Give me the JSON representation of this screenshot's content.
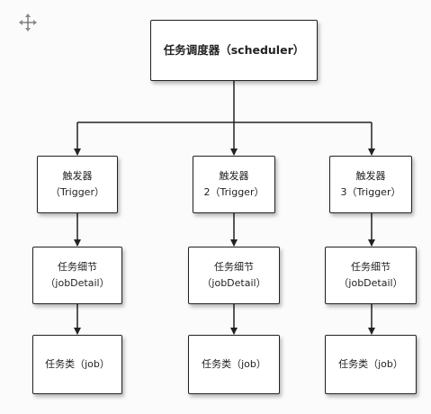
{
  "diagram": {
    "root": {
      "label": "任务调度器（scheduler）"
    },
    "columns": [
      {
        "trigger": {
          "line1": "触发器",
          "line2": "（Trigger）"
        },
        "job_detail": {
          "line1": "任务细节",
          "line2": "（jobDetail）"
        },
        "job": {
          "label": "任务类（job）"
        }
      },
      {
        "trigger": {
          "line1": "触发器",
          "line2": "2（Trigger）"
        },
        "job_detail": {
          "line1": "任务细节",
          "line2": "（jobDetail）"
        },
        "job": {
          "label": "任务类（job）"
        }
      },
      {
        "trigger": {
          "line1": "触发器",
          "line2": "3（Trigger）"
        },
        "job_detail": {
          "line1": "任务细节",
          "line2": "（jobDetail）"
        },
        "job": {
          "label": "任务类（job）"
        }
      }
    ],
    "colors": {
      "stroke": "#222222",
      "fill": "#ffffff",
      "background": "#fbfbfb"
    },
    "icons": {
      "top_left": "move-icon"
    }
  }
}
